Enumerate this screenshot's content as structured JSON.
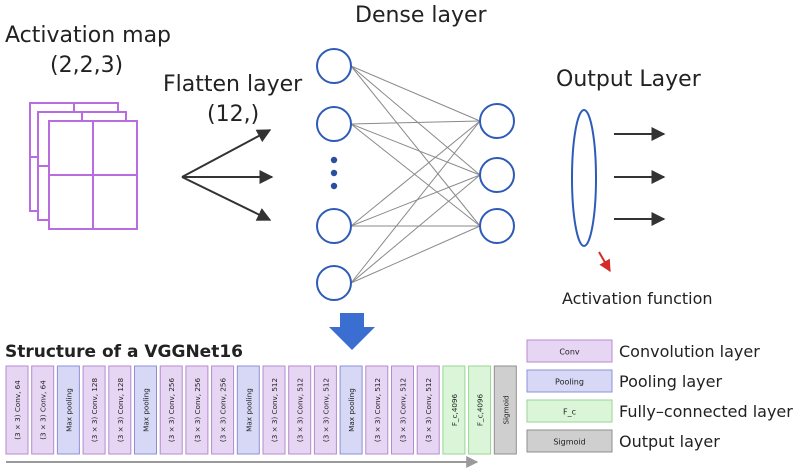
{
  "top": {
    "activation_map": {
      "title": "Activation map",
      "shape": "(2,2,3)"
    },
    "flatten": {
      "title": "Flatten layer",
      "shape": "(12,)"
    },
    "dense": {
      "title": "Dense layer"
    },
    "output": {
      "title": "Output Layer",
      "activation": "Activation function"
    }
  },
  "vgg": {
    "title": "Structure of a VGGNet16",
    "layers": [
      {
        "label": "(3 × 3) Conv, 64",
        "kind": "conv"
      },
      {
        "label": "(3 × 3) Conv, 64",
        "kind": "conv"
      },
      {
        "label": "Max pooling",
        "kind": "pool"
      },
      {
        "label": "(3 × 3) Conv, 128",
        "kind": "conv"
      },
      {
        "label": "(3 × 3) Conv, 128",
        "kind": "conv"
      },
      {
        "label": "Max pooling",
        "kind": "pool"
      },
      {
        "label": "(3 × 3) Conv, 256",
        "kind": "conv"
      },
      {
        "label": "(3 × 3) Conv, 256",
        "kind": "conv"
      },
      {
        "label": "(3 × 3) Conv, 256",
        "kind": "conv"
      },
      {
        "label": "Max pooling",
        "kind": "pool"
      },
      {
        "label": "(3 × 3) Conv, 512",
        "kind": "conv"
      },
      {
        "label": "(3 × 3) Conv, 512",
        "kind": "conv"
      },
      {
        "label": "(3 × 3) Conv, 512",
        "kind": "conv"
      },
      {
        "label": "Max pooling",
        "kind": "pool"
      },
      {
        "label": "(3 × 3) Conv, 512",
        "kind": "conv"
      },
      {
        "label": "(3 × 3) Conv, 512",
        "kind": "conv"
      },
      {
        "label": "(3 × 3) Conv, 512",
        "kind": "conv"
      },
      {
        "label": "F_c,4096",
        "kind": "fc"
      },
      {
        "label": "F_c,4096",
        "kind": "fc"
      },
      {
        "label": "Sigmoid",
        "kind": "out"
      }
    ]
  },
  "legend": [
    {
      "key": "Conv",
      "text": "Convolution layer",
      "kind": "conv"
    },
    {
      "key": "Pooling",
      "text": "Pooling layer",
      "kind": "pool"
    },
    {
      "key": "F_c",
      "text": "Fully–connected layer",
      "kind": "fc"
    },
    {
      "key": "Sigmoid",
      "text": "Output layer",
      "kind": "out"
    }
  ],
  "colors": {
    "conv": "#e7d6f3",
    "conv_border": "#b48ad0",
    "pool": "#d6d8f6",
    "pool_border": "#8c90d8",
    "fc": "#daf5d8",
    "fc_border": "#9ad596",
    "out": "#cfcfcf",
    "out_border": "#8f8f8f",
    "map": "#b96be0",
    "arrow_blue": "#3a6fd1",
    "red": "#d32a2a"
  }
}
